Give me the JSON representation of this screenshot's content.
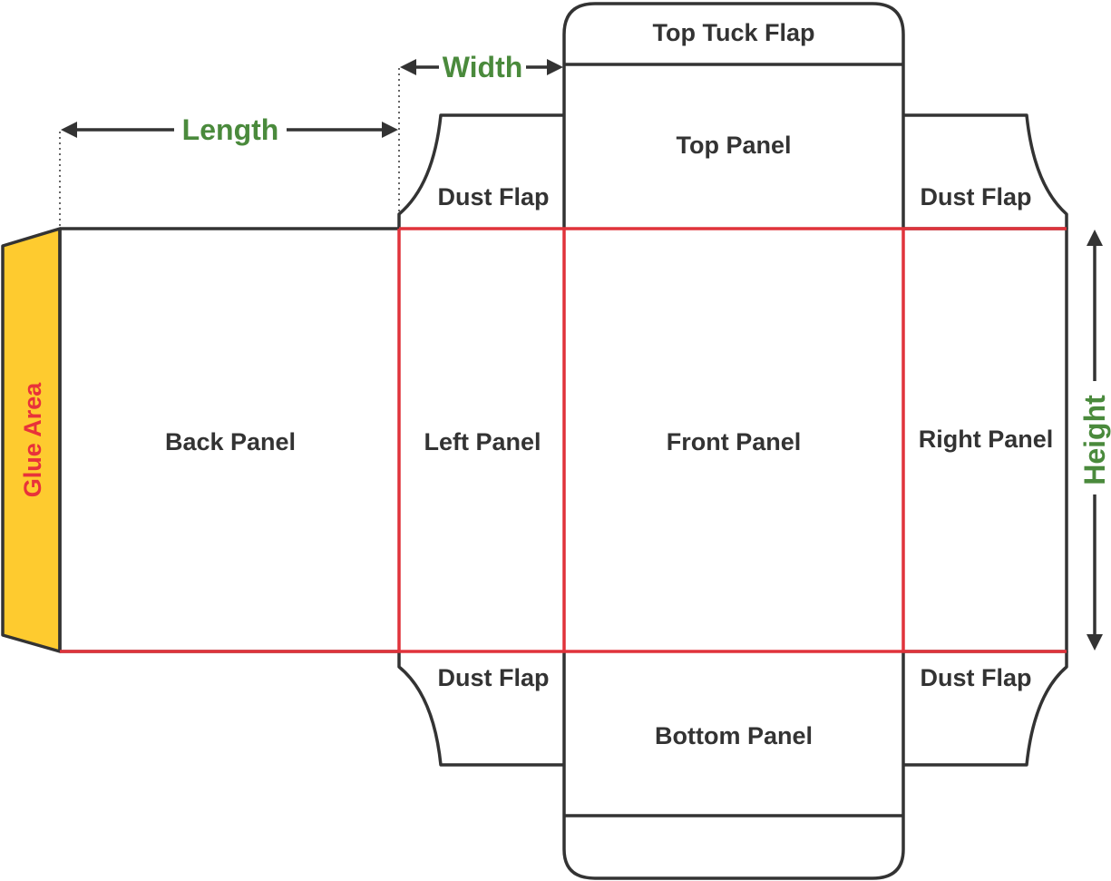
{
  "labels": {
    "top_tuck_flap": "Top Tuck Flap",
    "top_panel": "Top Panel",
    "dust_flap_top_left": "Dust Flap",
    "dust_flap_top_right": "Dust Flap",
    "dust_flap_bottom_left": "Dust Flap",
    "dust_flap_bottom_right": "Dust Flap",
    "back_panel": "Back Panel",
    "left_panel": "Left Panel",
    "front_panel": "Front Panel",
    "right_panel": "Right Panel",
    "bottom_panel": "Bottom Panel",
    "glue_area": "Glue Area"
  },
  "dimensions": {
    "length": "Length",
    "width": "Width",
    "height": "Height"
  },
  "colors": {
    "cut_line": "#333333",
    "fold_line": "#e0333b",
    "glue_fill": "#fecb2f",
    "dimension_text": "#4a8a3c",
    "glue_text": "#e8323a"
  }
}
